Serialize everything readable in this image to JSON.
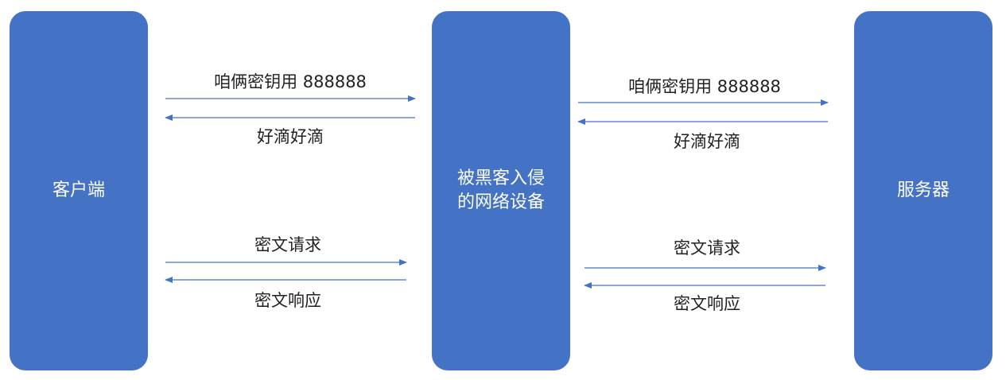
{
  "nodes": {
    "client": {
      "label": "客户端"
    },
    "mitm": {
      "label": "被黑客入侵\n的网络设备"
    },
    "server": {
      "label": "服务器"
    }
  },
  "left_messages": {
    "key_request": "咱俩密钥用 888888",
    "key_reply": "好滴好滴",
    "cipher_request": "密文请求",
    "cipher_response": "密文响应"
  },
  "right_messages": {
    "key_request": "咱俩密钥用 888888",
    "key_reply": "好滴好滴",
    "cipher_request": "密文请求",
    "cipher_response": "密文响应"
  },
  "colors": {
    "node_fill": "#4472C4",
    "arrow": "#4472C4",
    "node_text": "#FFFFFF",
    "label_text": "#222222"
  }
}
